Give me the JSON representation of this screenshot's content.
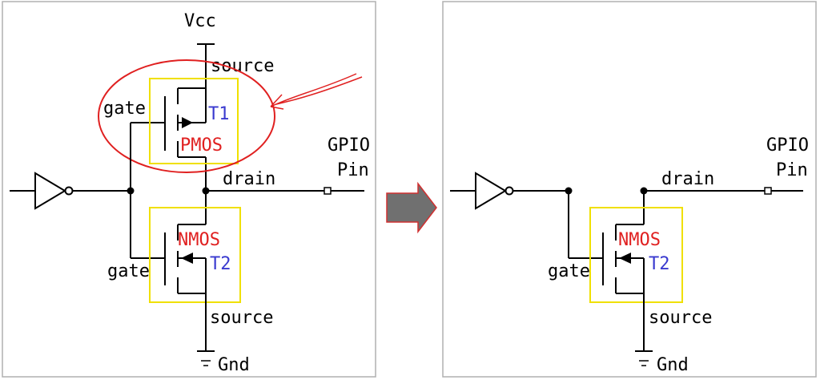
{
  "left_panel": {
    "vcc": "Vcc",
    "source_top": "source",
    "gate_top": "gate",
    "t1": "T1",
    "pmos": "PMOS",
    "drain": "drain",
    "gpio_line1": "GPIO",
    "gpio_line2": "Pin",
    "nmos": "NMOS",
    "t2": "T2",
    "gate_bottom": "gate",
    "source_bottom": "source",
    "gnd": "Gnd"
  },
  "right_panel": {
    "drain": "drain",
    "gpio_line1": "GPIO",
    "gpio_line2": "Pin",
    "nmos": "NMOS",
    "t2": "T2",
    "gate": "gate",
    "source": "source",
    "gnd": "Gnd"
  },
  "colors": {
    "highlight_box": "#f0e000",
    "annotation": "#e02020",
    "arrow_fill": "#707070",
    "arrow_stroke": "#d03030",
    "transistor_name": "#e02020",
    "transistor_id": "#3a3acf"
  }
}
